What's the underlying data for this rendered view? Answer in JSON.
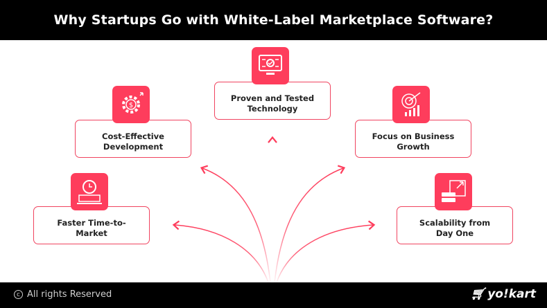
{
  "title": "Why Startups Go with White-Label Marketplace Software?",
  "accent_color": "#fe3d5c",
  "items": [
    {
      "label": "Proven and Tested Technology",
      "icon": "monitor-network-icon"
    },
    {
      "label": "Cost-Effective Development",
      "icon": "gear-dollar-icon"
    },
    {
      "label": "Focus on Business Growth",
      "icon": "target-growth-chart-icon"
    },
    {
      "label": "Faster Time-to-Market",
      "icon": "clock-laptop-icon"
    },
    {
      "label": "Scalability from Day One",
      "icon": "server-scale-icon"
    }
  ],
  "footer": {
    "copyright": "All rights Reserved",
    "brand": "yo!kart"
  }
}
